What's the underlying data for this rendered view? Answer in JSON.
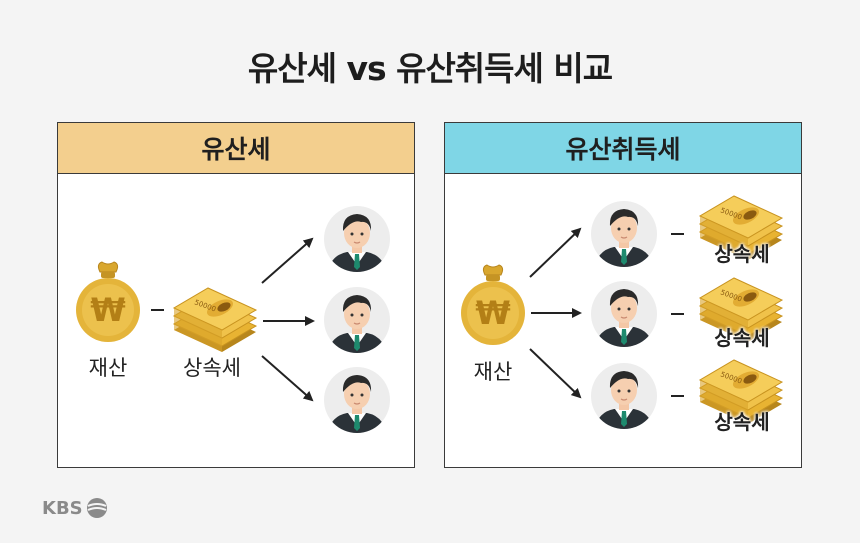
{
  "title": "유산세 vs 유산취득세 비교",
  "left_panel": {
    "header": "유산세",
    "asset_label": "재산",
    "tax_label": "상속세"
  },
  "right_panel": {
    "header": "유산취득세",
    "asset_label": "재산",
    "tax_labels": [
      "상속세",
      "상속세",
      "상속세"
    ]
  },
  "logo": {
    "text": "KBS"
  },
  "colors": {
    "left_header": "#f3cf8e",
    "right_header": "#7fd6e6",
    "coin": "#e4b43a",
    "money": "#e8b332"
  },
  "icons": {
    "asset": "money-bag-icon",
    "tax": "money-stack-icon",
    "heir": "person-avatar-icon"
  }
}
